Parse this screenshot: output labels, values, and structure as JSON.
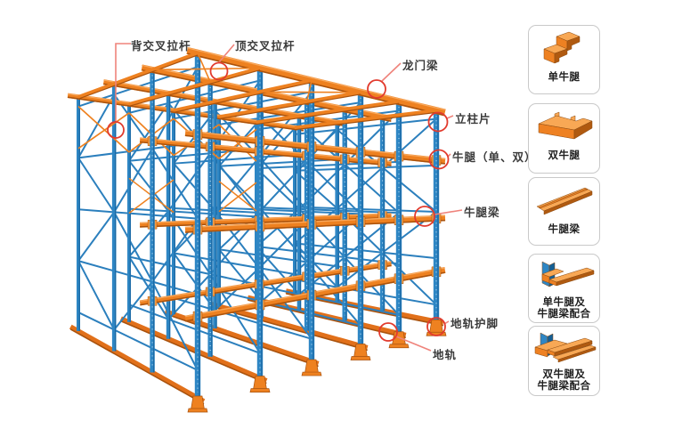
{
  "callouts": [
    {
      "id": "back-cross-brace",
      "label": "背交叉拉杆"
    },
    {
      "id": "top-cross-brace",
      "label": "顶交叉拉杆"
    },
    {
      "id": "gantry-beam",
      "label": "龙门梁"
    },
    {
      "id": "upright-frame",
      "label": "立柱片"
    },
    {
      "id": "bracket-single-double",
      "label": "牛腿（单、双）"
    },
    {
      "id": "bracket-beam",
      "label": "牛腿梁"
    },
    {
      "id": "rail-guard-foot",
      "label": "地轨护脚"
    },
    {
      "id": "ground-rail",
      "label": "地轨"
    }
  ],
  "legend": {
    "items": [
      {
        "id": "single-bracket",
        "lines": [
          "单牛腿"
        ]
      },
      {
        "id": "double-bracket",
        "lines": [
          "双牛腿"
        ]
      },
      {
        "id": "bracket-beam",
        "lines": [
          "牛腿梁"
        ]
      },
      {
        "id": "single-bracket-with-beam",
        "lines": [
          "单牛腿及",
          "牛腿梁配合"
        ]
      },
      {
        "id": "double-bracket-with-beam",
        "lines": [
          "双牛腿及",
          "牛腿梁配合"
        ]
      }
    ]
  },
  "colors": {
    "blue": "#2e86c4",
    "blue_dark": "#1a659f",
    "blue_brace": "#2b7fbd",
    "blue_dots": "#cfe8f7",
    "orange": "#ee8120",
    "orange_light": "#f8a85c",
    "orange_dark": "#a9520d",
    "bracket": "#f29a42",
    "rail": "#e1701a",
    "red_circle": "#e23b2e",
    "leader": "#ef837b",
    "label_text": "#3a3a3a",
    "card_border": "#c9c9c9"
  }
}
